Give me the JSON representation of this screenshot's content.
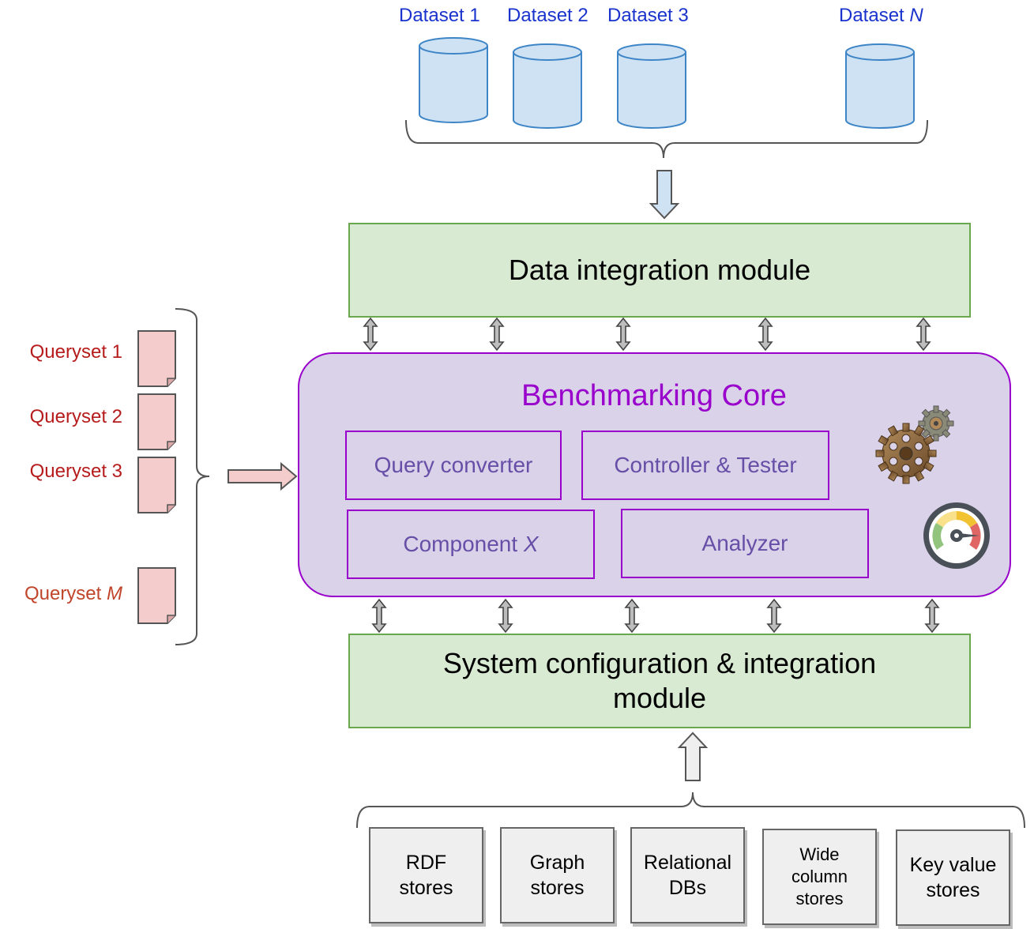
{
  "datasets": [
    {
      "label": "Dataset 1"
    },
    {
      "label": "Dataset 2"
    },
    {
      "label": "Dataset 3"
    },
    {
      "label_prefix": "Dataset ",
      "label_var": "N"
    }
  ],
  "querysets": [
    {
      "label": "Queryset 1"
    },
    {
      "label": "Queryset 2"
    },
    {
      "label": "Queryset 3"
    },
    {
      "label_prefix": "Queryset ",
      "label_var": "M"
    }
  ],
  "data_integration_module": "Data integration module",
  "benchmarking_core": {
    "title": "Benchmarking Core",
    "components": {
      "query_converter": "Query converter",
      "controller_tester": "Controller & Tester",
      "component_x_prefix": "Component ",
      "component_x_var": "X",
      "analyzer": "Analyzer"
    },
    "icons": [
      "gears-icon",
      "speedometer-icon"
    ]
  },
  "system_module": {
    "line1": "System configuration & integration",
    "line2": "module"
  },
  "stores": [
    {
      "line1": "RDF",
      "line2": "stores"
    },
    {
      "line1": "Graph",
      "line2": "stores"
    },
    {
      "line1": "Relational",
      "line2": "DBs"
    },
    {
      "line1": "Wide",
      "line2": "column",
      "line3": "stores"
    },
    {
      "line1": "Key value",
      "line2": "stores"
    }
  ],
  "colors": {
    "dataset_text": "#1a33cc",
    "cylinder_fill": "#cfe2f3",
    "cylinder_stroke": "#3d85c6",
    "queryset_text": "#b71c1c",
    "doc_fill": "#f4cccc",
    "module_fill": "#d9ead3",
    "module_stroke": "#6aa84f",
    "core_fill": "#d9d2e9",
    "core_stroke": "#9900cc",
    "component_text": "#674ea7",
    "store_fill": "#efefef"
  }
}
